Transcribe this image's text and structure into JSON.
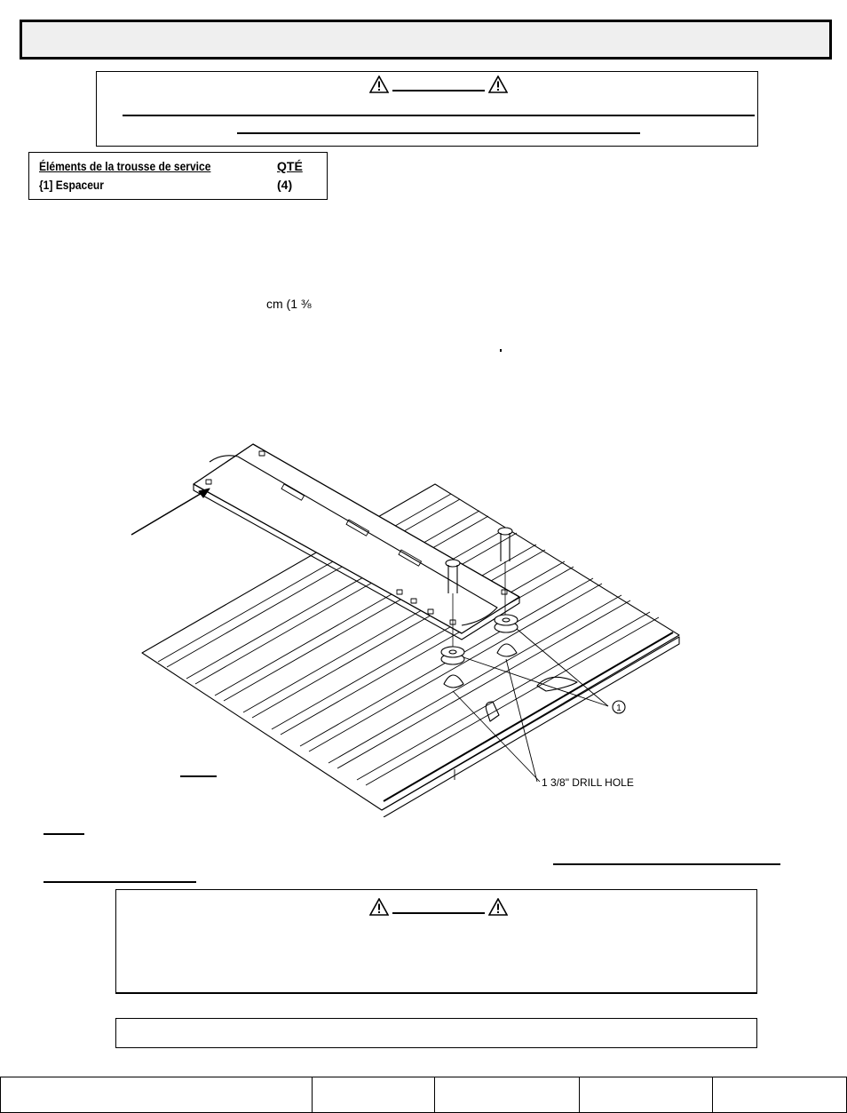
{
  "kit_table": {
    "header": {
      "item": "Éléments de la trousse de service",
      "qty": "QTÉ"
    },
    "rows": [
      {
        "item": "{1] Espaceur",
        "qty": "(4)"
      }
    ]
  },
  "body": {
    "measure_fragment": "cm (1 ⅜"
  },
  "figure": {
    "callout_spacer": "1",
    "callout_drill": "1 3/8\" DRILL HOLE"
  },
  "icons": {
    "warning": "warning-triangle-icon",
    "arrow": "pointer-arrow-icon"
  }
}
